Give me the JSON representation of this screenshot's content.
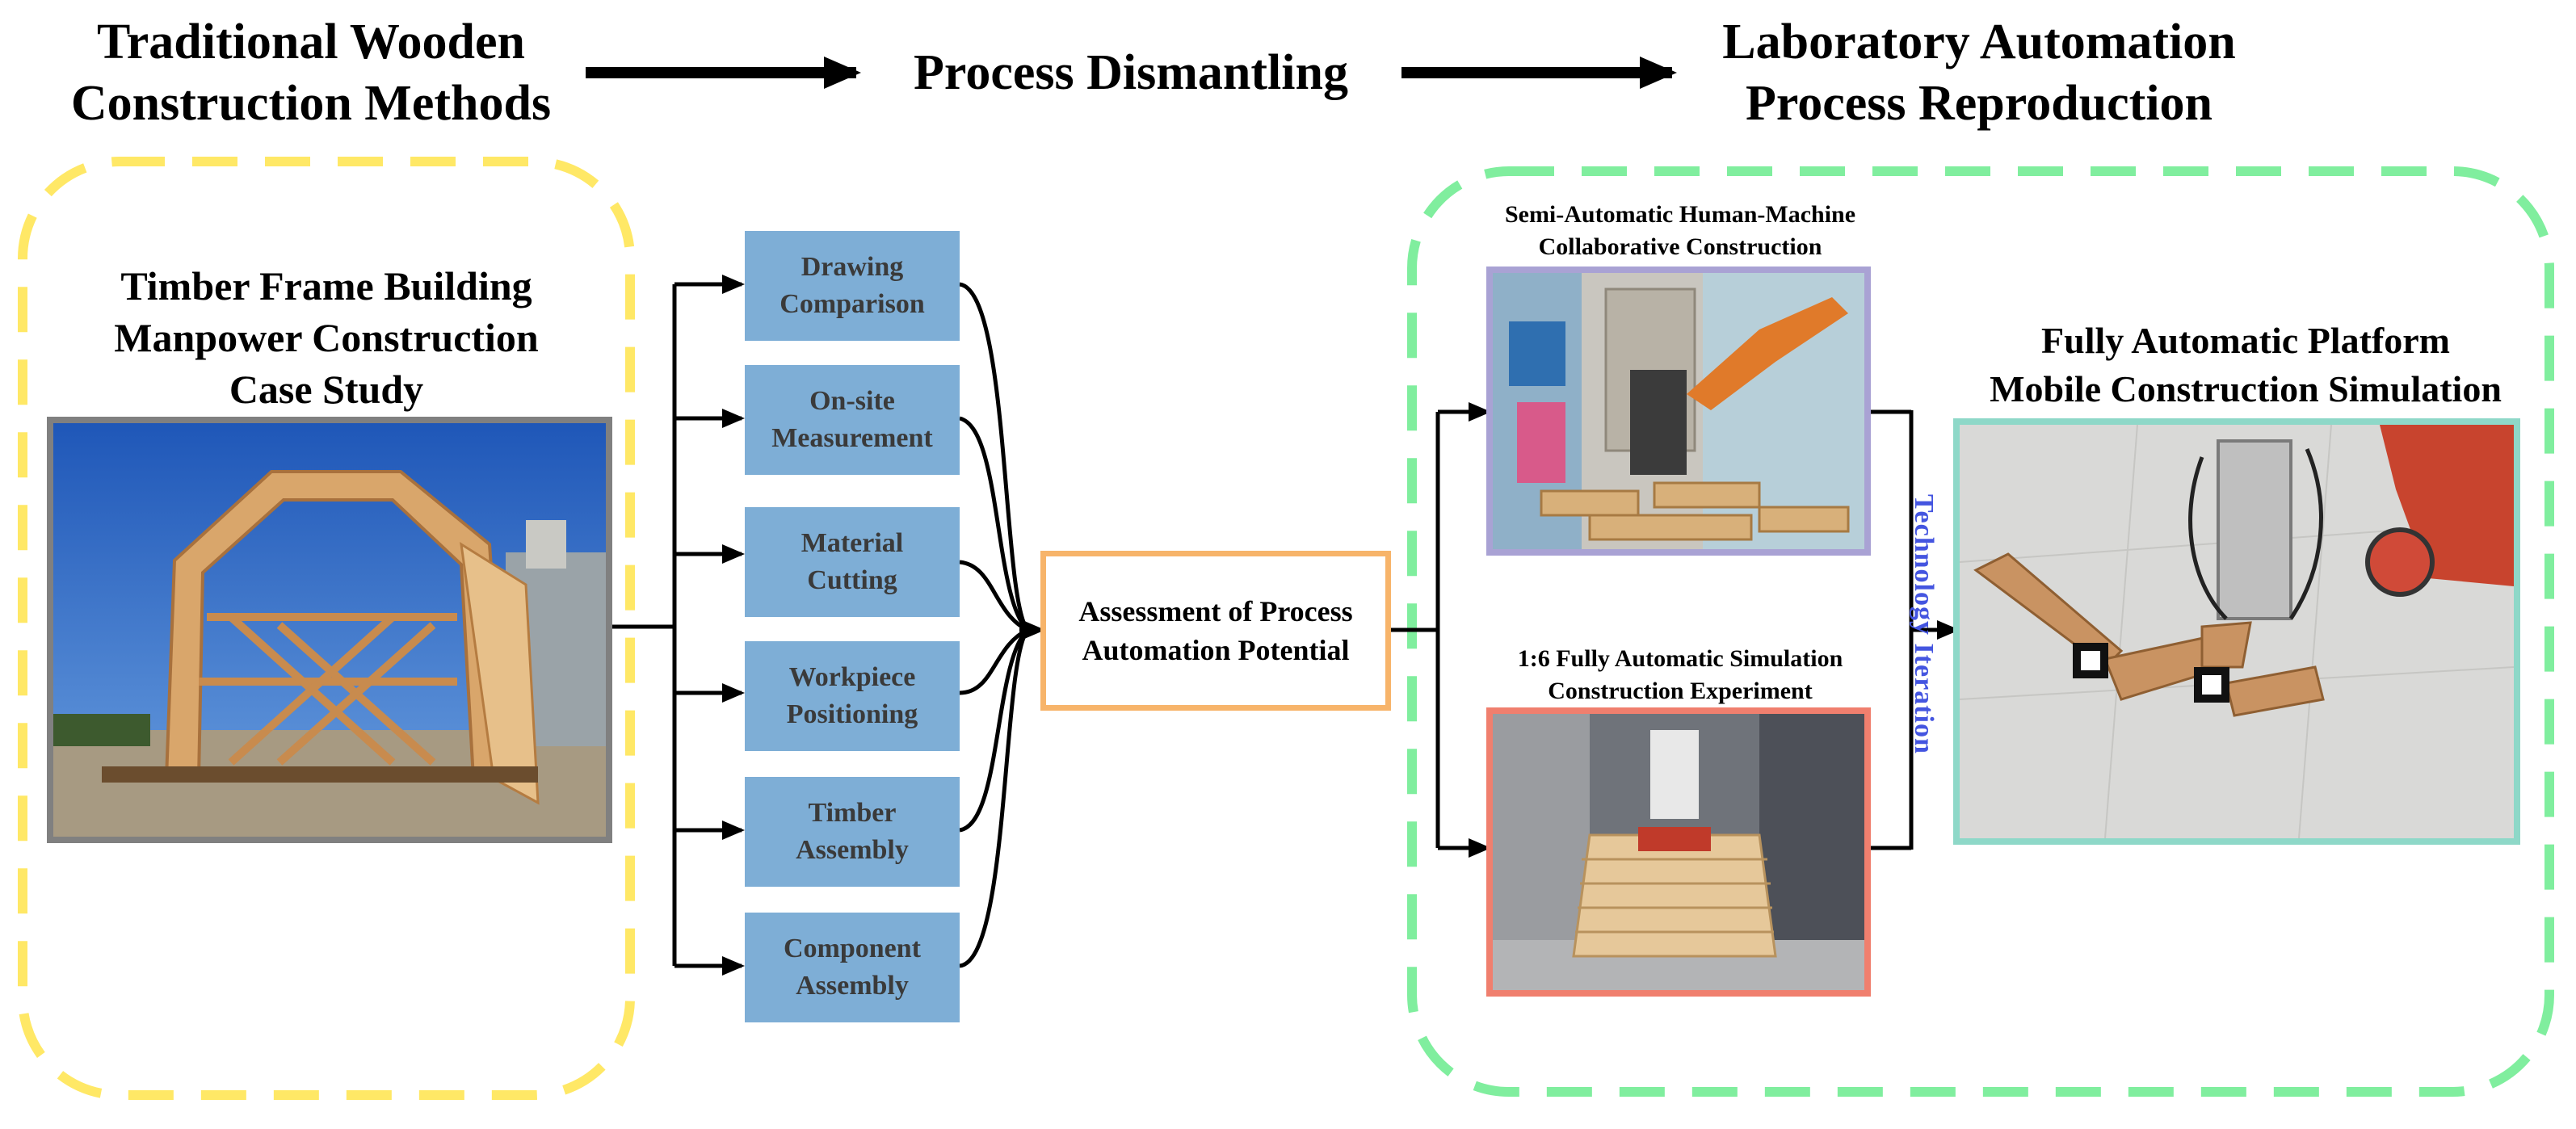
{
  "headers": {
    "traditional": [
      "Traditional Wooden",
      "Construction Methods"
    ],
    "dismantling": "Process Dismantling",
    "laboratory": [
      "Laboratory Automation",
      "Process Reproduction"
    ]
  },
  "case_study": {
    "title": [
      "Timber Frame Building",
      "Manpower Construction",
      "Case Study"
    ]
  },
  "steps": [
    {
      "lines": [
        "Drawing",
        "Comparison"
      ]
    },
    {
      "lines": [
        "On-site",
        "Measurement"
      ]
    },
    {
      "lines": [
        "Material",
        "Cutting"
      ]
    },
    {
      "lines": [
        "Workpiece",
        "Positioning"
      ]
    },
    {
      "lines": [
        "Timber",
        "Assembly"
      ]
    },
    {
      "lines": [
        "Component",
        "Assembly"
      ]
    }
  ],
  "assessment": {
    "lines": [
      "Assessment of Process",
      "Automation Potential"
    ]
  },
  "semi_auto": {
    "title": [
      "Semi-Automatic Human-Machine",
      "Collaborative Construction"
    ]
  },
  "full_sim": {
    "title": [
      "1:6 Fully Automatic Simulation",
      "Construction Experiment"
    ]
  },
  "iteration_label": "Technology  Iteration",
  "platform": {
    "title": [
      "Fully Automatic Platform",
      "Mobile Construction Simulation"
    ]
  },
  "colors": {
    "yellow_dash": "#ffe866",
    "green_dash": "#80ee9e",
    "step_fill": "#7eaed6",
    "assess_border": "#f7b46a",
    "semi_border": "#a9a2d4",
    "sim_border": "#f07f6e",
    "platform_border": "#8ed8c8",
    "case_border": "#808080",
    "iteration_text": "#4455e0"
  }
}
